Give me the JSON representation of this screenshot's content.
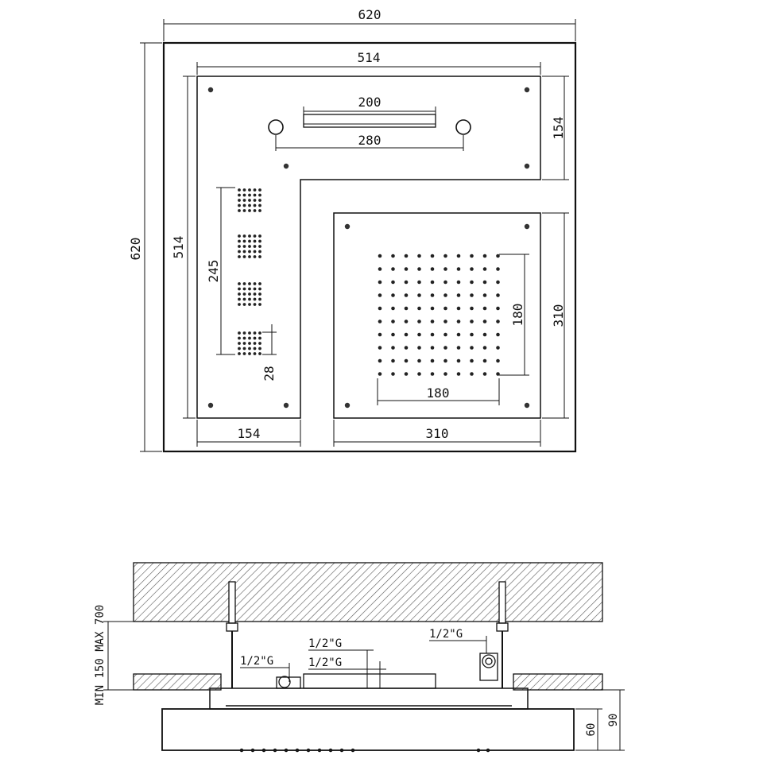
{
  "plan_view": {
    "dims": {
      "overall_width": "620",
      "overall_height": "620",
      "inner_width": "514",
      "inner_height": "514",
      "slot_length": "200",
      "pivot_spacing": "280",
      "top_band_height": "154",
      "square_height": "310",
      "square_width": "310",
      "side_strip_width": "154",
      "nozzle_group_span": "245",
      "nozzle_group_size": "28",
      "rain_zone_height": "180",
      "rain_zone_width": "180"
    }
  },
  "section_view": {
    "labels": {
      "ceiling_gap": "MIN 150 MAX 700",
      "pipe_left": "1/2\"G",
      "pipe_center_top": "1/2\"G",
      "pipe_center": "1/2\"G",
      "pipe_right": "1/2\"G",
      "panel_thickness": "60",
      "total_thickness": "90"
    }
  },
  "colors": {
    "line": "#111111",
    "hatch": "#555555",
    "background": "#ffffff"
  }
}
